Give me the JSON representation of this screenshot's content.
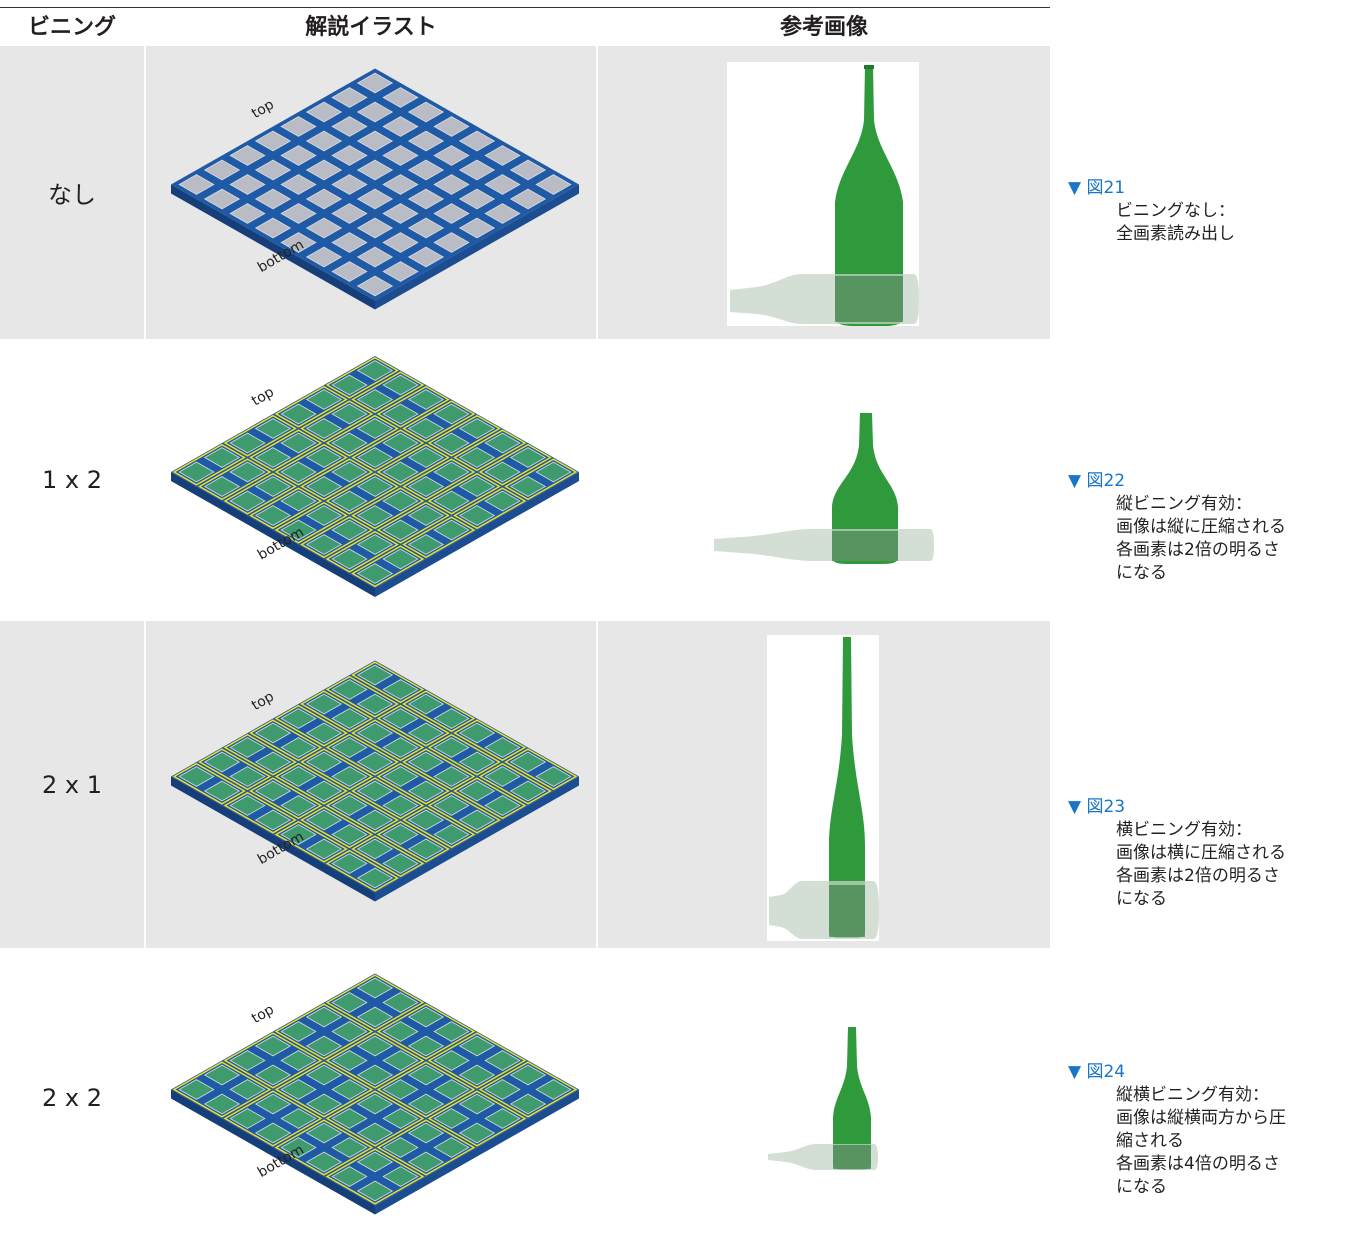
{
  "header": {
    "col1": "ビニング",
    "col2": "解説イラスト",
    "col3": "参考画像"
  },
  "rows": [
    {
      "binning": "なし",
      "fig": "▼ 図21",
      "caption": "ビニングなし：\n全画素読み出し"
    },
    {
      "binning": "1 x 2",
      "fig": "▼ 図22",
      "caption": "縦ビニング有効：\n画像は縦に圧縮される\n各画素は2倍の明るさ\nになる"
    },
    {
      "binning": "2 x 1",
      "fig": "▼ 図23",
      "caption": "横ビニング有効：\n画像は横に圧縮される\n各画素は2倍の明るさ\nになる"
    },
    {
      "binning": "2 x 2",
      "fig": "▼ 図24",
      "caption": "縦横ビニング有効：\n画像は縦横両方から圧\n縮される\n各画素は4倍の明るさ\nになる"
    }
  ],
  "illustration": {
    "top_label": "top",
    "bottom_label": "bottom"
  },
  "colors": {
    "frame_blue": "#1f5aa6",
    "gray_pixel": "#b9bcc4",
    "green_pixel": "#3f9a6e",
    "bin_line": "#f2e31c",
    "bottle_green": "#2f9a3c"
  }
}
